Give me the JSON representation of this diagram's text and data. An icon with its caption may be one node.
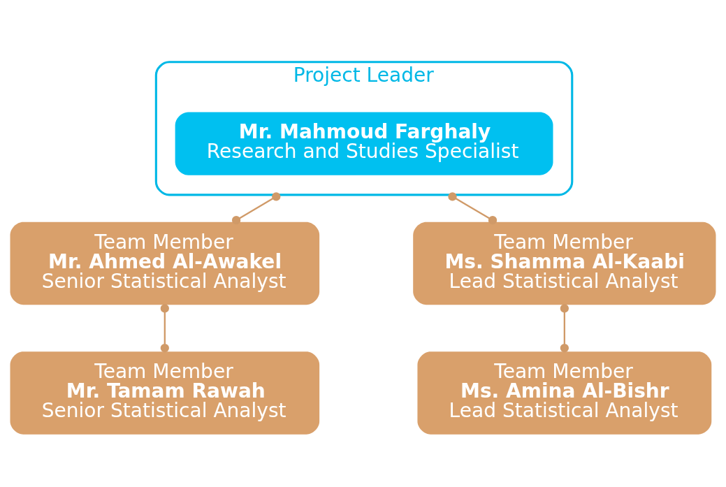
{
  "diagram": {
    "nodes": [
      {
        "text": [
          "Project Leader"
        ]
      },
      {
        "text": [
          "Mr. Mahmoud Farghaly",
          "Research and Studies Specialist"
        ],
        "in": 0
      },
      {
        "text": [
          "Team Member",
          "Mr. Ahmed Al-Awakel",
          "Senior Statistical Analyst"
        ]
      },
      {
        "text": [
          "Team Member",
          "Ms. Shamma Al-Kaabi",
          "Lead Statistical Analyst"
        ]
      },
      {
        "text": [
          "Team Member",
          "Mr. Tamam Rawah",
          "Senior Statistical Analyst"
        ]
      },
      {
        "text": [
          "Team Member",
          "Ms. Amina Al-Bishr",
          "Lead Statistical Analyst"
        ]
      }
    ],
    "edges": [
      {
        "from": 0,
        "to": 2,
        "arrow": "other"
      },
      {
        "from": 0,
        "to": 3,
        "arrow": "other"
      },
      {
        "from": 2,
        "to": 4,
        "arrow": "other"
      },
      {
        "from": 3,
        "to": 5,
        "arrow": "other"
      }
    ]
  }
}
